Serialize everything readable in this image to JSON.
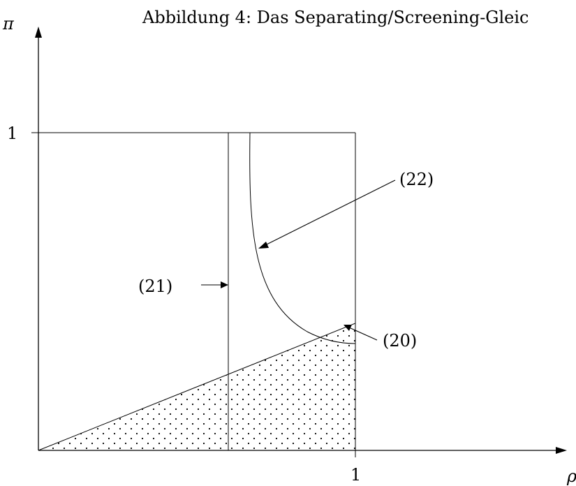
{
  "caption": "Abbildung 4: Das Separating/Screening-Gleic",
  "axes": {
    "y_label": "π",
    "x_label": "ρ",
    "y_tick_label": "1",
    "x_tick_label": "1"
  },
  "curve_labels": {
    "eq20": "(20)",
    "eq21": "(21)",
    "eq22": "(22)"
  },
  "colors": {
    "ink": "#000000",
    "background": "#ffffff"
  }
}
